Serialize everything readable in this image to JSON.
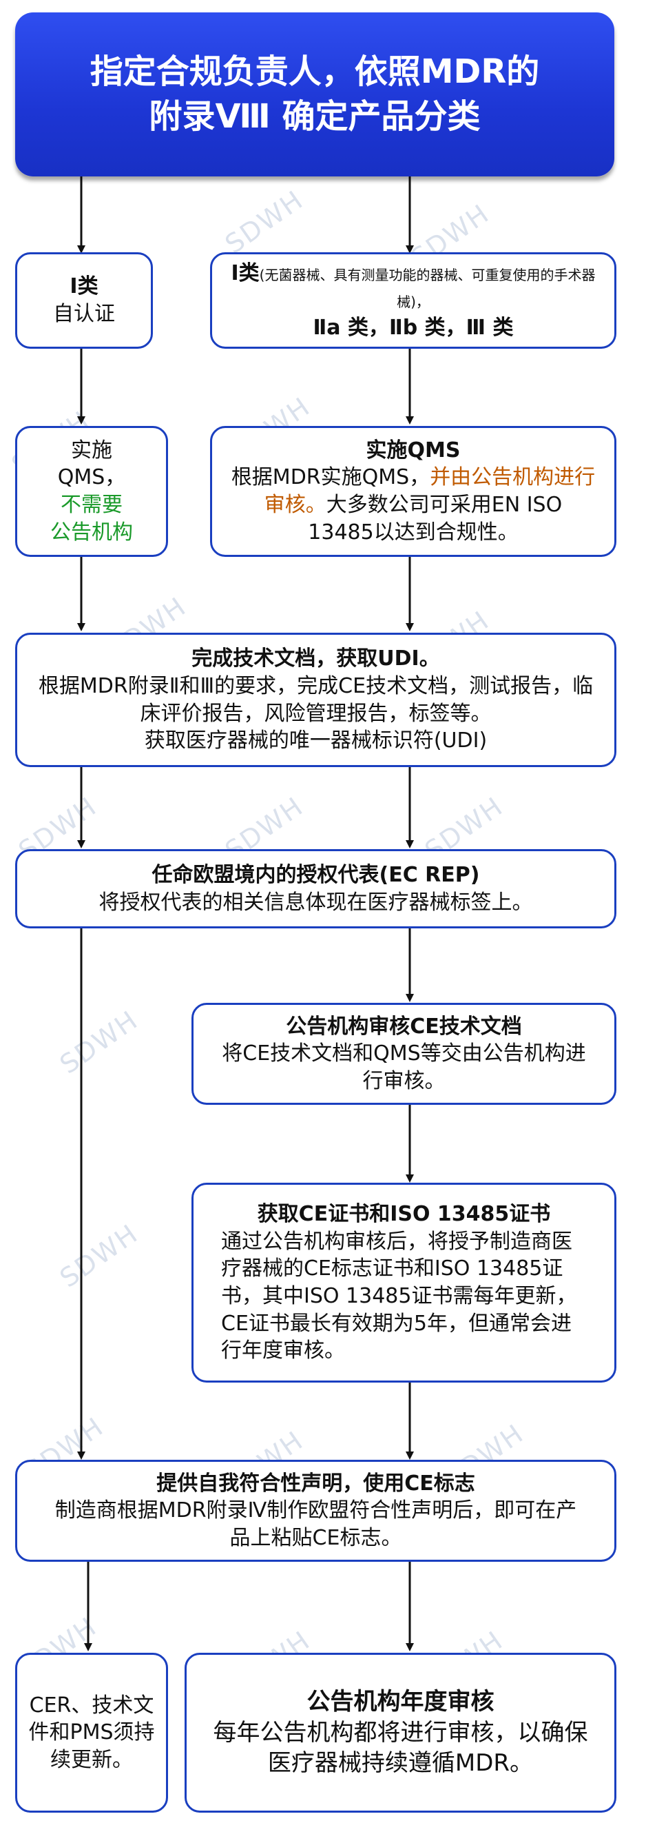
{
  "title": {
    "line1": "指定合规负责人，依照MDR的",
    "line2": "附录Ⅷ 确定产品分类"
  },
  "class_i_self": {
    "title": "Ⅰ类",
    "line": "自认证"
  },
  "class_others": {
    "title_prefix": "Ⅰ类",
    "note": "(无菌器械、具有测量功能的器械、可重复使用的手术器械)，",
    "line2": "Ⅱa 类，Ⅱb 类，Ⅲ 类"
  },
  "qms_left": {
    "line1": "实施",
    "line2": "QMS，",
    "green1": "不需要",
    "green2": "公告机构"
  },
  "qms_right": {
    "title": "实施QMS",
    "text_a": "根据MDR实施QMS，",
    "text_orange": "并由公告机构进行审核。",
    "text_b": "大多数公司可采用EN ISO 13485以达到合规性。"
  },
  "tech_docs": {
    "title": "完成技术文档，获取UDI。",
    "line1": "根据MDR附录Ⅱ和Ⅲ的要求，完成CE技术文档，测试报告，临床评价报告，风险管理报告，标签等。",
    "line2": "获取医疗器械的唯一器械标识符(UDI)"
  },
  "ec_rep": {
    "title": "任命欧盟境内的授权代表(EC REP)",
    "line": "将授权代表的相关信息体现在医疗器械标签上。"
  },
  "nb_review": {
    "title": "公告机构审核CE技术文档",
    "line": "将CE技术文档和QMS等交由公告机构进行审核。"
  },
  "certs": {
    "title": "获取CE证书和ISO 13485证书",
    "line": "通过公告机构审核后，将授予制造商医疗器械的CE标志证书和ISO 13485证书，其中ISO 13485证书需每年更新，CE证书最长有效期为5年，但通常会进行年度审核。"
  },
  "doc": {
    "title": "提供自我符合性声明，使用CE标志",
    "line": "制造商根据MDR附录Ⅳ制作欧盟符合性声明后，即可在产品上粘贴CE标志。"
  },
  "update": {
    "line": "CER、技术文件和PMS须持续更新。"
  },
  "annual": {
    "title": "公告机构年度审核",
    "line": "每年公告机构都将进行审核，以确保医疗器械持续遵循MDR。"
  },
  "watermark": "SDWH",
  "colors": {
    "border": "#1a3fc0",
    "title_bg": "#1d36d4",
    "orange": "#c05a00",
    "green": "#1a9a2a"
  }
}
